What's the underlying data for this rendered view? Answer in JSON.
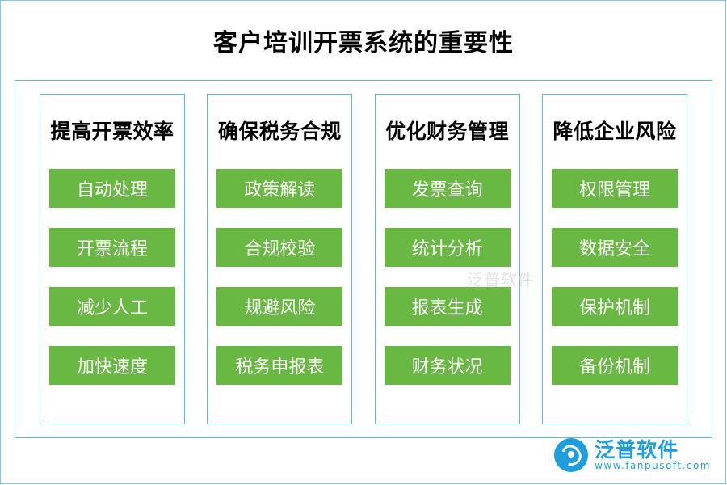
{
  "title": "客户培训开票系统的重要性",
  "columns": [
    {
      "heading": "提高开票效率",
      "items": [
        "自动处理",
        "开票流程",
        "减少人工",
        "加快速度"
      ]
    },
    {
      "heading": "确保税务合规",
      "items": [
        "政策解读",
        "合规校验",
        "规避风险",
        "税务申报表"
      ]
    },
    {
      "heading": "优化财务管理",
      "items": [
        "发票查询",
        "统计分析",
        "报表生成",
        "财务状况"
      ]
    },
    {
      "heading": "降低企业风险",
      "items": [
        "权限管理",
        "数据安全",
        "保护机制",
        "备份机制"
      ]
    }
  ],
  "watermark": "泛普软件",
  "logo": {
    "name_cn": "泛普软件",
    "name_en": "www.fanpusoft.com",
    "icon": "globe-icon"
  },
  "colors": {
    "item_green": "#68b843",
    "border_blue": "#5bb8e8",
    "brand_blue": "#1f9ed9"
  }
}
